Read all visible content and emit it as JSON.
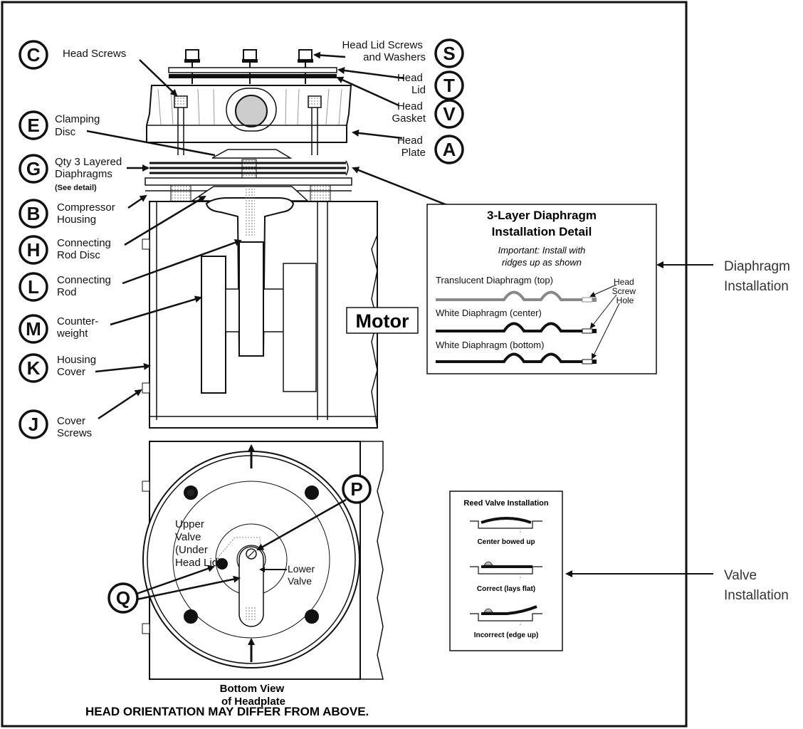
{
  "callouts": [
    {
      "letter": "C",
      "label": [
        "Head Screws"
      ]
    },
    {
      "letter": "E",
      "label": [
        "Clamping",
        "Disc"
      ]
    },
    {
      "letter": "G",
      "label": [
        "Qty 3 Layered",
        "Diaphragms"
      ],
      "note": "(See detail)"
    },
    {
      "letter": "B",
      "label": [
        "Compressor",
        "Housing"
      ]
    },
    {
      "letter": "H",
      "label": [
        "Connecting",
        "Rod Disc"
      ]
    },
    {
      "letter": "L",
      "label": [
        "Connecting",
        "Rod"
      ]
    },
    {
      "letter": "M",
      "label": [
        "Counter-",
        "weight"
      ]
    },
    {
      "letter": "K",
      "label": [
        "Housing",
        "Cover"
      ]
    },
    {
      "letter": "J",
      "label": [
        "Cover",
        "Screws"
      ]
    },
    {
      "letter": "S",
      "label": [
        "Head Lid Screws",
        "and Washers"
      ]
    },
    {
      "letter": "T",
      "label": [
        "Head",
        "Lid"
      ]
    },
    {
      "letter": "V",
      "label": [
        "Head",
        "Gasket"
      ]
    },
    {
      "letter": "A",
      "label": [
        "Head",
        "Plate"
      ]
    },
    {
      "letter": "P",
      "label": []
    },
    {
      "letter": "Q",
      "label": []
    }
  ],
  "motor_label": "Motor",
  "diaphragm_detail": {
    "title_line1": "3-Layer Diaphragm",
    "title_line2": "Installation Detail",
    "note_line1": "Important: Install with",
    "note_line2": "ridges up as shown",
    "layer_top": "Translucent Diaphragm (top)",
    "layer_center": "White Diaphragm (center)",
    "layer_bottom": "White Diaphragm (bottom)",
    "hole_label": [
      "Head",
      "Screw",
      "Hole"
    ]
  },
  "reed_valve": {
    "title": "Reed Valve Installation",
    "case1": "Center bowed up",
    "case2": "Correct (lays flat)",
    "case3": "Incorrect (edge up)"
  },
  "bottom_view": {
    "upper_valve": [
      "Upper",
      "Valve",
      "(Under",
      "Head Lid)"
    ],
    "lower_valve": [
      "Lower",
      "Valve"
    ],
    "caption": [
      "Bottom View",
      "of Headplate"
    ]
  },
  "footer": "HEAD ORIENTATION MAY DIFFER FROM ABOVE.",
  "side_labels": {
    "diaphragm": [
      "Diaphragm",
      "Installation"
    ],
    "valve": [
      "Valve",
      "Installation"
    ]
  }
}
